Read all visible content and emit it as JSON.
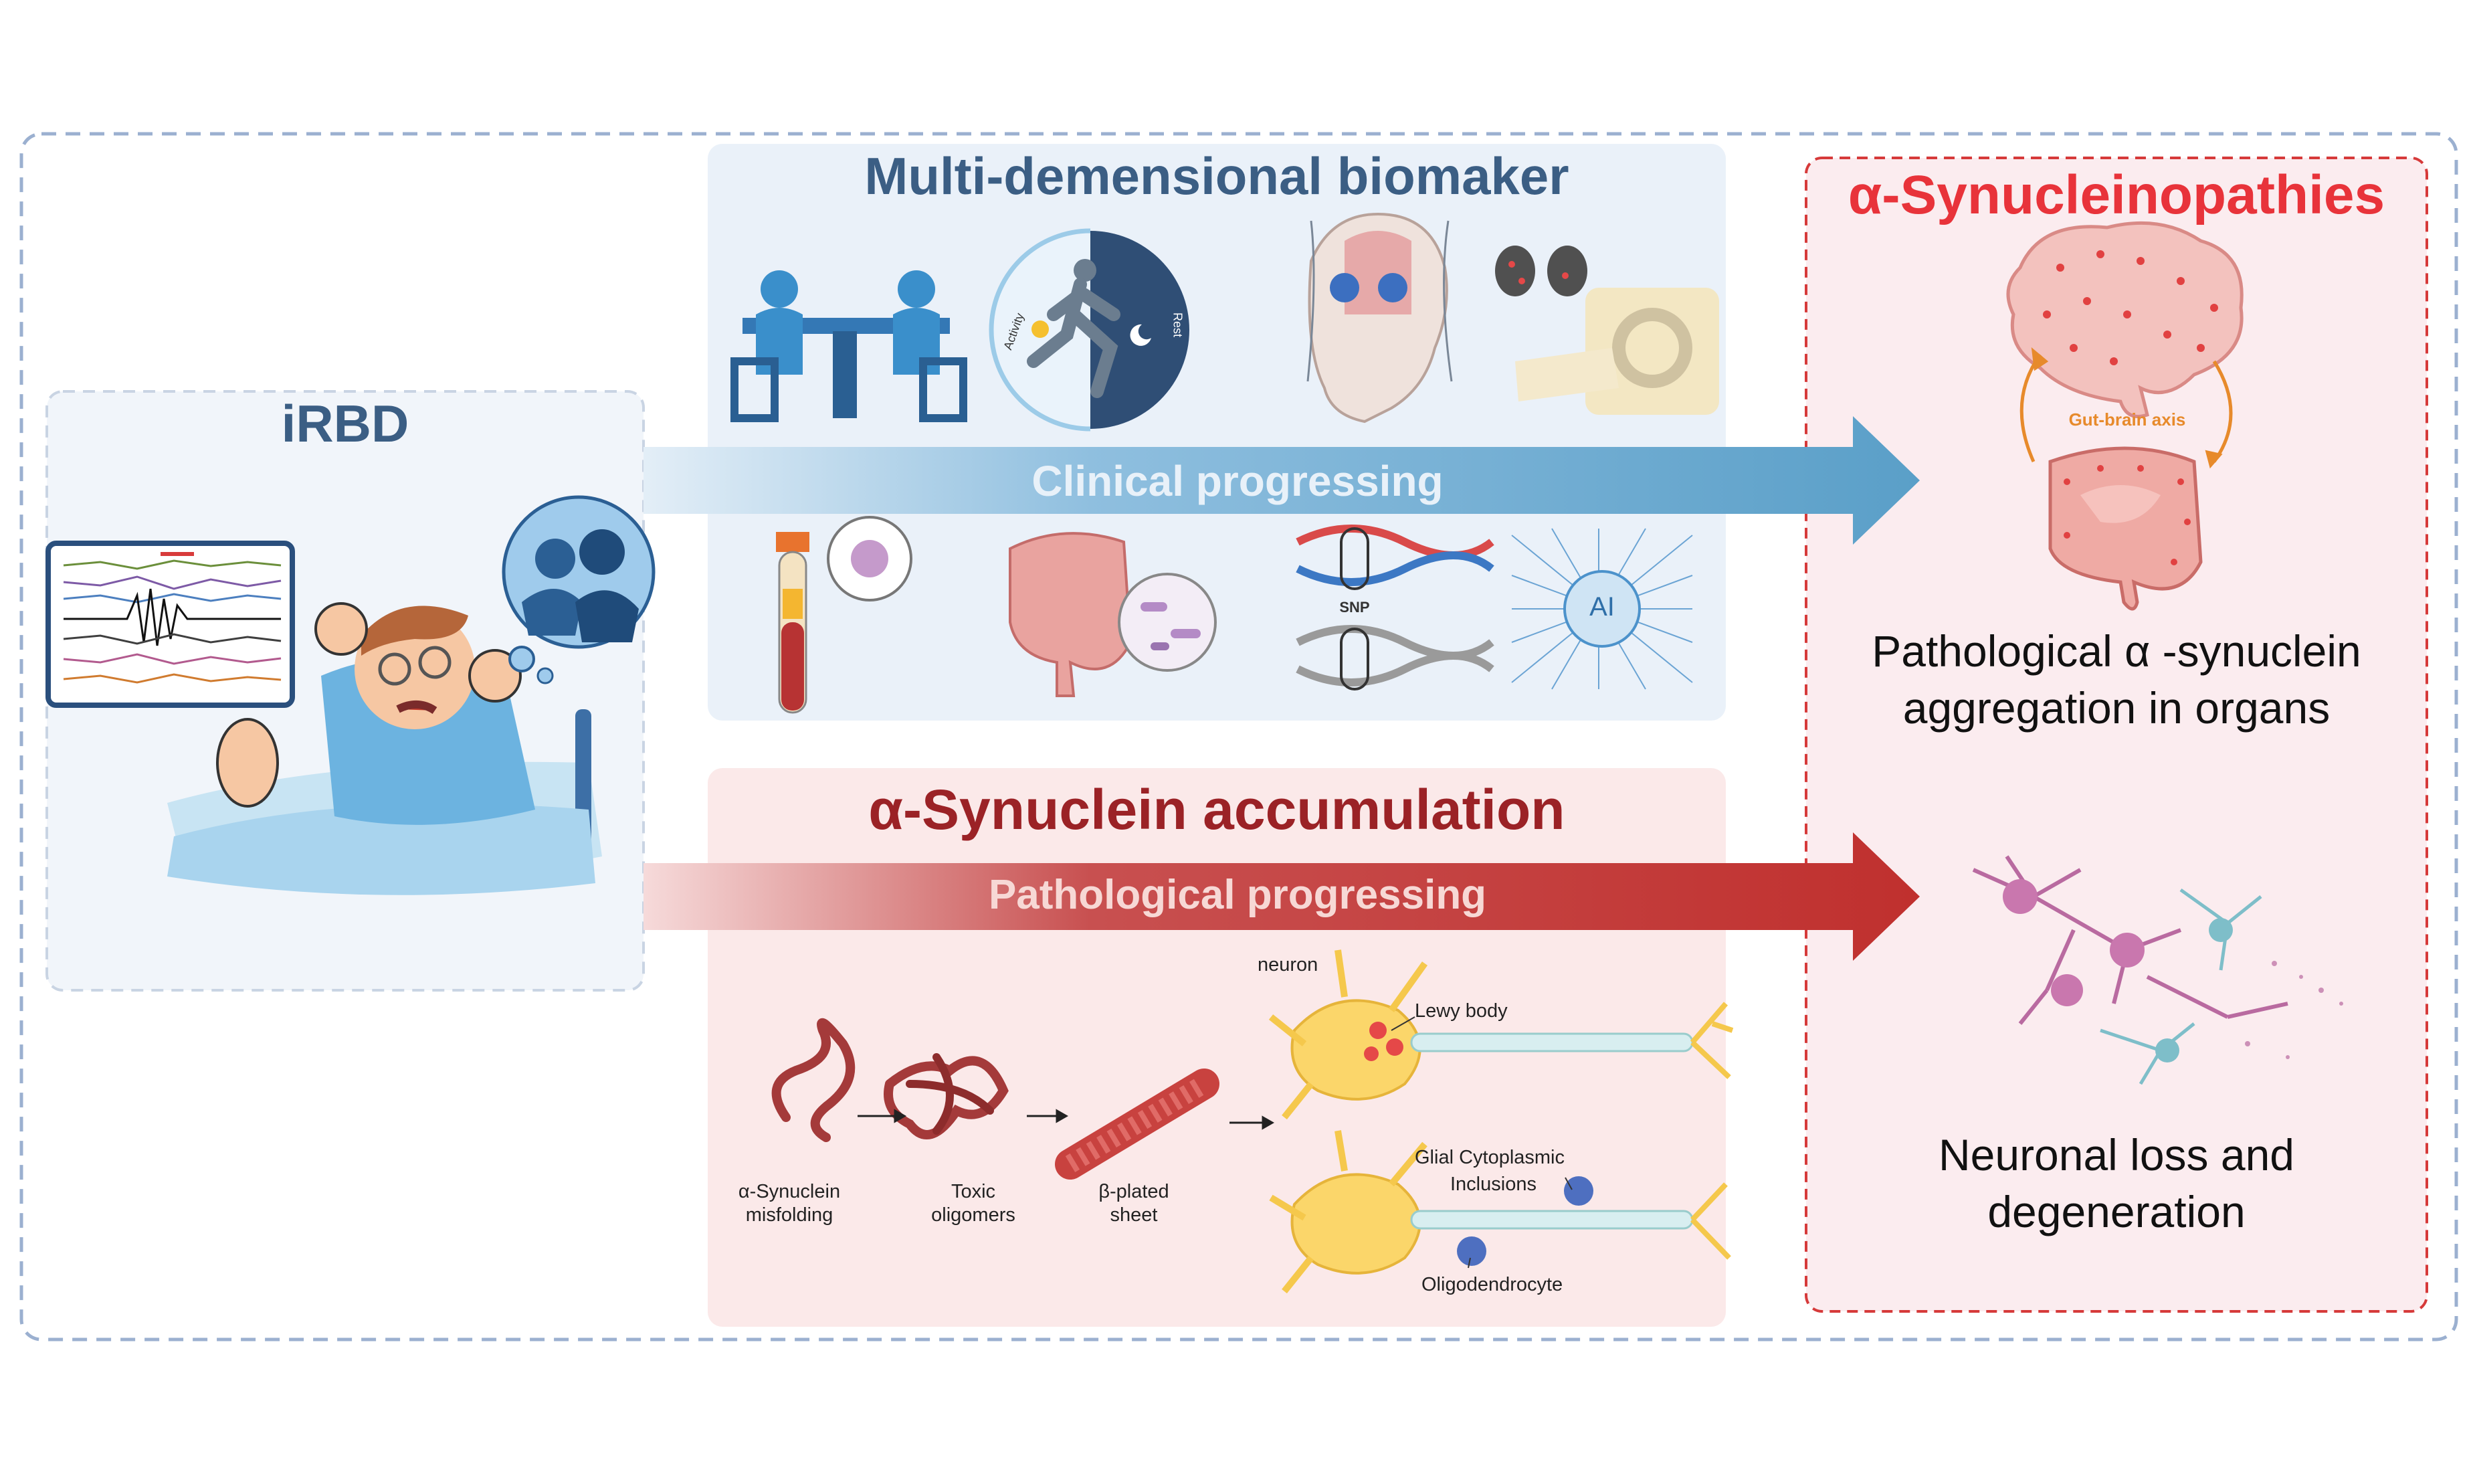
{
  "irbd": {
    "title": "iRBD"
  },
  "biomarker": {
    "title": "Multi-demensional biomaker",
    "arrow_label": "Clinical progressing",
    "icons": {
      "activity": "Activity",
      "rest": "Rest",
      "snp": "SNP",
      "ai": "AI"
    }
  },
  "accumulation": {
    "title": "α-Synuclein accumulation",
    "arrow_label": "Pathological progressing",
    "steps": [
      {
        "line1": "α-Synuclein",
        "line2": "misfolding"
      },
      {
        "line1": "Toxic",
        "line2": "oligomers"
      },
      {
        "line1": "β-plated",
        "line2": "sheet"
      }
    ],
    "neuron_label": "neuron",
    "lewy_body_label": "Lewy body",
    "glial_label_1": "Glial Cytoplasmic",
    "glial_label_2": "Inclusions",
    "oligodendrocyte_label": "Oligodendrocyte"
  },
  "synucleinopathies": {
    "title": "α-Synucleinopathies",
    "gut_brain_axis": "Gut-brain axis",
    "aggregation_line1": "Pathological α -synuclein",
    "aggregation_line2": "aggregation in organs",
    "loss_line1": "Neuronal loss and",
    "loss_line2": "degeneration"
  },
  "colors": {
    "biomarker_blue": "#3b5e84",
    "accumulation_red": "#9b2226",
    "synuclein_red": "#e8333a",
    "gut_orange": "#e78a2b"
  }
}
